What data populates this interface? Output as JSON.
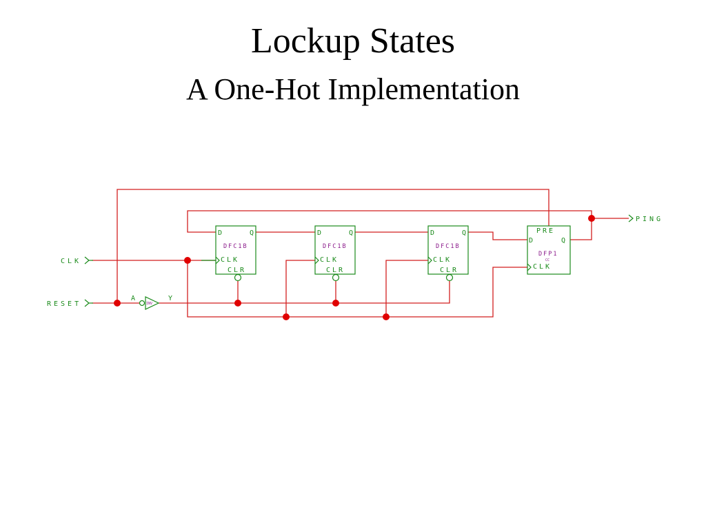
{
  "slide": {
    "title": "Lockup States",
    "subtitle": "A One-Hot Implementation"
  },
  "schematic": {
    "ports": {
      "clk": "CLK",
      "reset": "RESET",
      "output": "PING"
    },
    "inverter": {
      "cell": "INV",
      "input_pin": "A",
      "output_pin": "Y"
    },
    "flipflops": [
      {
        "cell": "DFC1B",
        "pins": {
          "d": "D",
          "q": "Q",
          "clk": "CLK",
          "clr": "CLR"
        }
      },
      {
        "cell": "DFC1B",
        "pins": {
          "d": "D",
          "q": "Q",
          "clk": "CLK",
          "clr": "CLR"
        }
      },
      {
        "cell": "DFC1B",
        "pins": {
          "d": "D",
          "q": "Q",
          "clk": "CLK",
          "clr": "CLR"
        }
      },
      {
        "cell": "DFP1",
        "subcell": "CC",
        "pins": {
          "pre": "PRE",
          "d": "D",
          "q": "Q",
          "clk": "CLK"
        }
      }
    ],
    "colors": {
      "wire": "#d21f1f",
      "junction": "#e00000",
      "pin": "#1a8a1a",
      "cell_name": "#8b1a8b"
    }
  }
}
